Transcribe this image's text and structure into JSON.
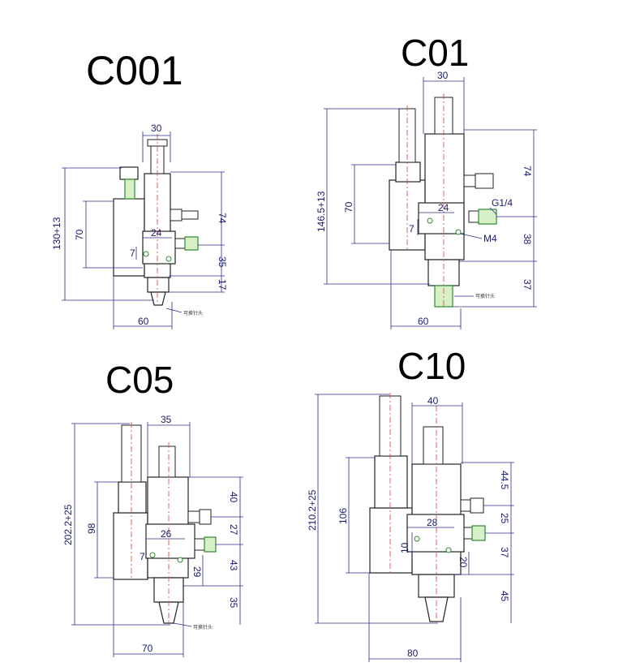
{
  "models": [
    {
      "id": "c001",
      "title": "C001",
      "dims": {
        "top_width": "30",
        "total_height": "130+13",
        "body_height": "70",
        "upper_right": "74",
        "center_width": "24",
        "offset": "7",
        "mid_right": "35",
        "lower_right": "17",
        "bottom_width": "60"
      },
      "note": "可换针头"
    },
    {
      "id": "c01",
      "title": "C01",
      "dims": {
        "top_width": "30",
        "total_height": "146.5+13",
        "body_height": "70",
        "upper_right": "74",
        "center_width": "24",
        "offset": "7",
        "mid_right": "38",
        "lower_right": "37",
        "bottom_width": "60",
        "thread_top": "G1/4",
        "thread_side": "M4"
      },
      "note": "可换针头"
    },
    {
      "id": "c05",
      "title": "C05",
      "dims": {
        "top_width": "35",
        "total_height": "202.2+25",
        "body_height": "98",
        "right_1": "40",
        "right_2": "27",
        "right_3": "43",
        "right_4": "35",
        "center_width": "26",
        "offset": "7",
        "inner": "29",
        "bottom_width": "70"
      },
      "note": "可换针头"
    },
    {
      "id": "c10",
      "title": "C10",
      "dims": {
        "top_width": "40",
        "total_height": "210.2+25",
        "body_height": "106",
        "right_1": "44.5",
        "right_2": "25",
        "right_3": "37",
        "right_4": "45",
        "center_width": "28",
        "offset": "10",
        "inner": "20",
        "bottom_width": "80"
      }
    }
  ]
}
